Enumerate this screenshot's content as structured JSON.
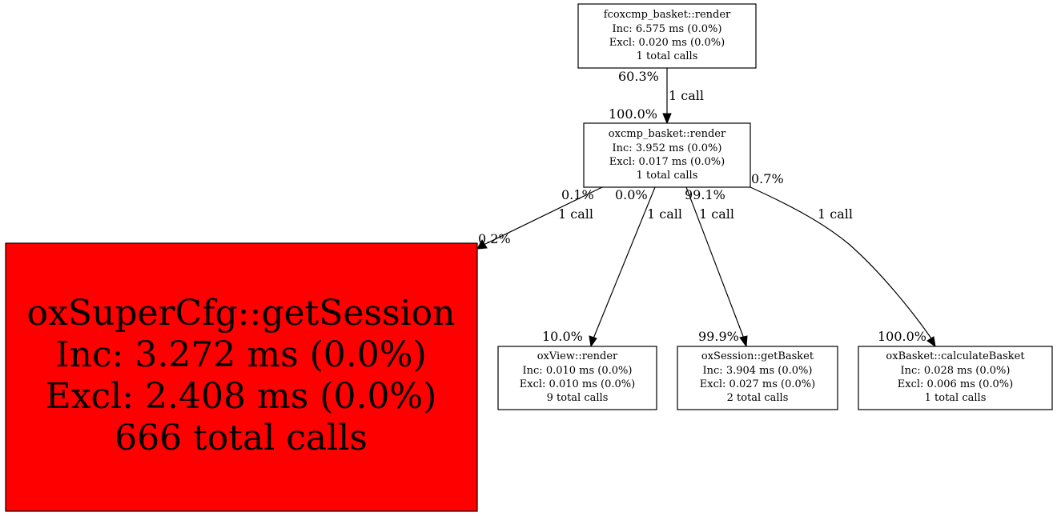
{
  "colors": {
    "hot_fill": "#ff0000",
    "node_fill": "#ffffff",
    "stroke": "#000000"
  },
  "nodes": {
    "fcoxcmp_render": {
      "name": "fcoxcmp_basket::render",
      "inc": "Inc: 6.575 ms (0.0%)",
      "excl": "Excl: 0.020 ms (0.0%)",
      "calls": "1 total calls"
    },
    "oxcmp_render": {
      "name": "oxcmp_basket::render",
      "inc": "Inc: 3.952 ms (0.0%)",
      "excl": "Excl: 0.017 ms (0.0%)",
      "calls": "1 total calls"
    },
    "get_session": {
      "name": "oxSuperCfg::getSession",
      "inc": "Inc: 3.272 ms (0.0%)",
      "excl": "Excl: 2.408 ms (0.0%)",
      "calls": "666 total calls"
    },
    "view_render": {
      "name": "oxView::render",
      "inc": "Inc: 0.010 ms (0.0%)",
      "excl": "Excl: 0.010 ms (0.0%)",
      "calls": "9 total calls"
    },
    "get_basket": {
      "name": "oxSession::getBasket",
      "inc": "Inc: 3.904 ms (0.0%)",
      "excl": "Excl: 0.027 ms (0.0%)",
      "calls": "2 total calls"
    },
    "calc_basket": {
      "name": "oxBasket::calculateBasket",
      "inc": "Inc: 0.028 ms (0.0%)",
      "excl": "Excl: 0.006 ms (0.0%)",
      "calls": "1 total calls"
    }
  },
  "edges": {
    "e1": {
      "tail_pct": "60.3%",
      "label": "1 call",
      "head_pct": "100.0%"
    },
    "e2": {
      "tail_pct": "0.1%",
      "label": "1 call",
      "head_pct": "0.2%"
    },
    "e3": {
      "tail_pct": "0.0%",
      "label": "1 call",
      "head_pct": "10.0%"
    },
    "e4": {
      "tail_pct": "99.1%",
      "label": "1 call",
      "head_pct": "99.9%"
    },
    "e5": {
      "tail_pct": "0.7%",
      "label": "1 call",
      "head_pct": "100.0%"
    }
  }
}
